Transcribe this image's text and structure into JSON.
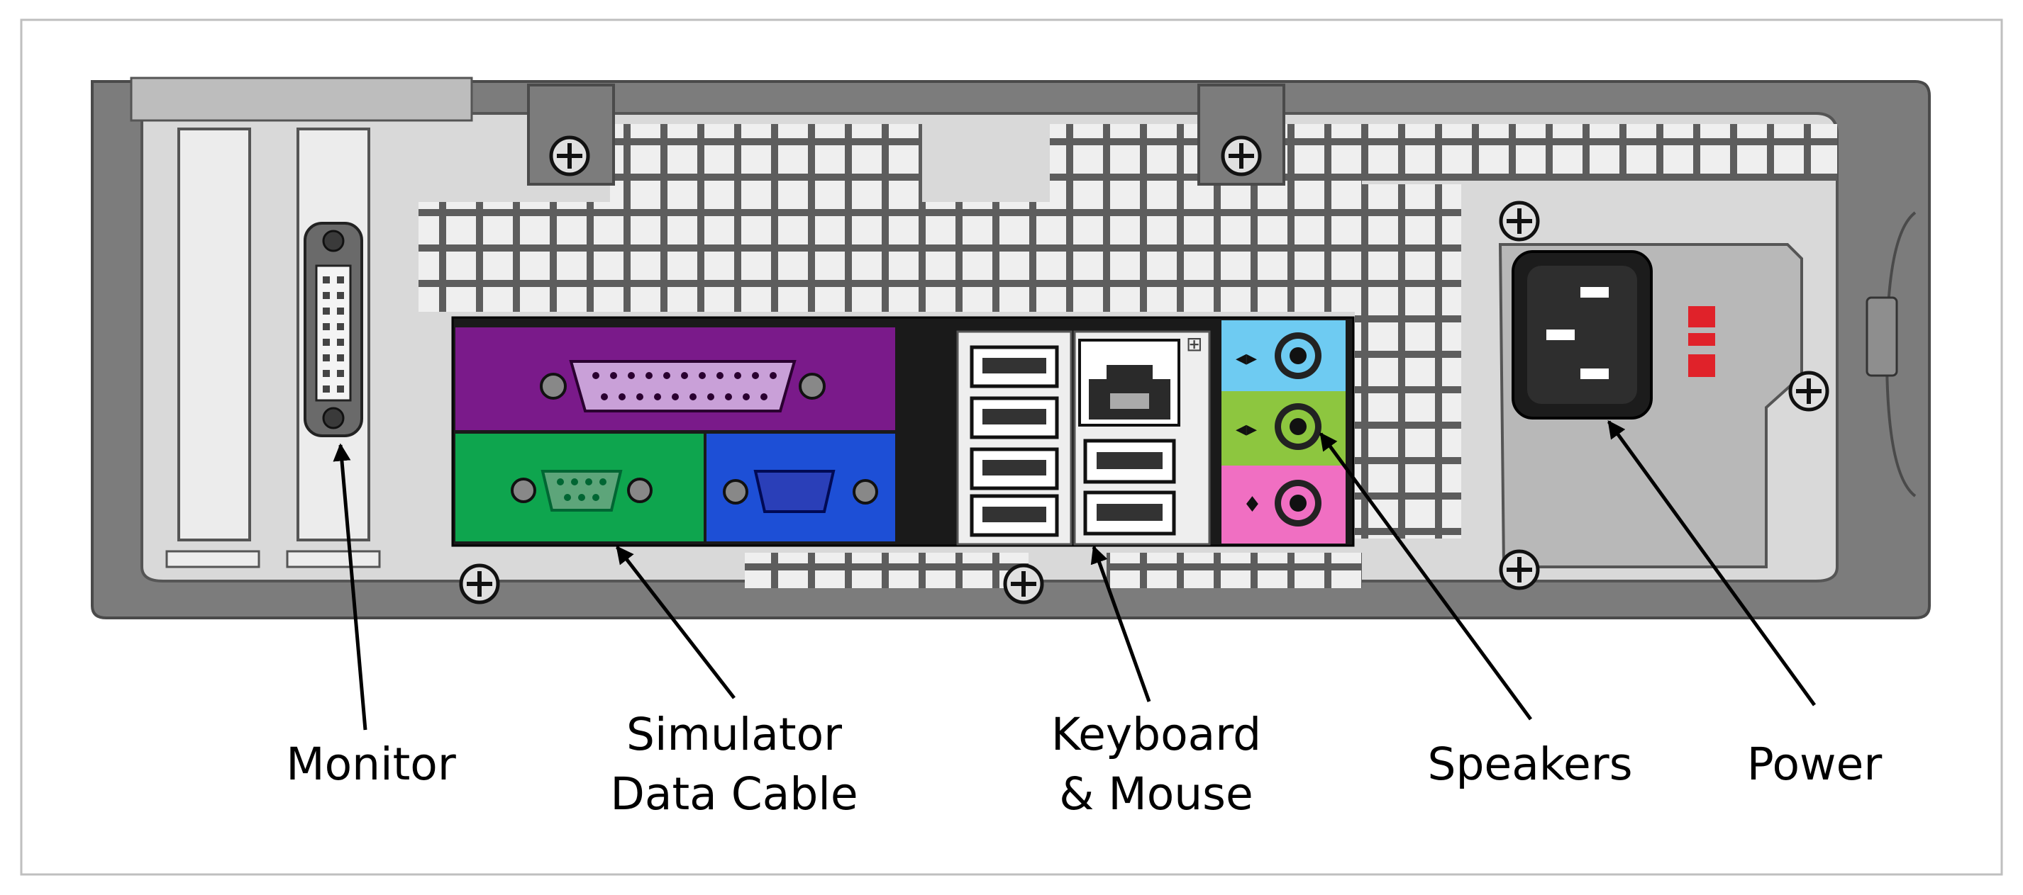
{
  "figure": {
    "labels": {
      "monitor": "Monitor",
      "simulator_line1": "Simulator",
      "simulator_line2": "Data Cable",
      "keyboard_line1": "Keyboard",
      "keyboard_line2": "& Mouse",
      "speakers": "Speakers",
      "power": "Power"
    },
    "colors": {
      "chassis": "#7c7c7c",
      "panel": "#d9d9d9",
      "vent": "#efefef",
      "parallel_port": "#7a1a8a",
      "serial_port": "#0ea54e",
      "vga_port": "#1d4fd6",
      "line_in": "#6ecbf2",
      "line_out": "#8dc63f",
      "mic": "#f06fc2",
      "power_led": "#e0222a"
    },
    "icons": [
      "dvi-port-icon",
      "parallel-port-icon",
      "serial-port-icon",
      "vga-port-icon",
      "usb-port-icon",
      "ethernet-port-icon",
      "audio-jack-icon",
      "power-socket-icon",
      "screw-icon",
      "arrow-icon"
    ]
  }
}
